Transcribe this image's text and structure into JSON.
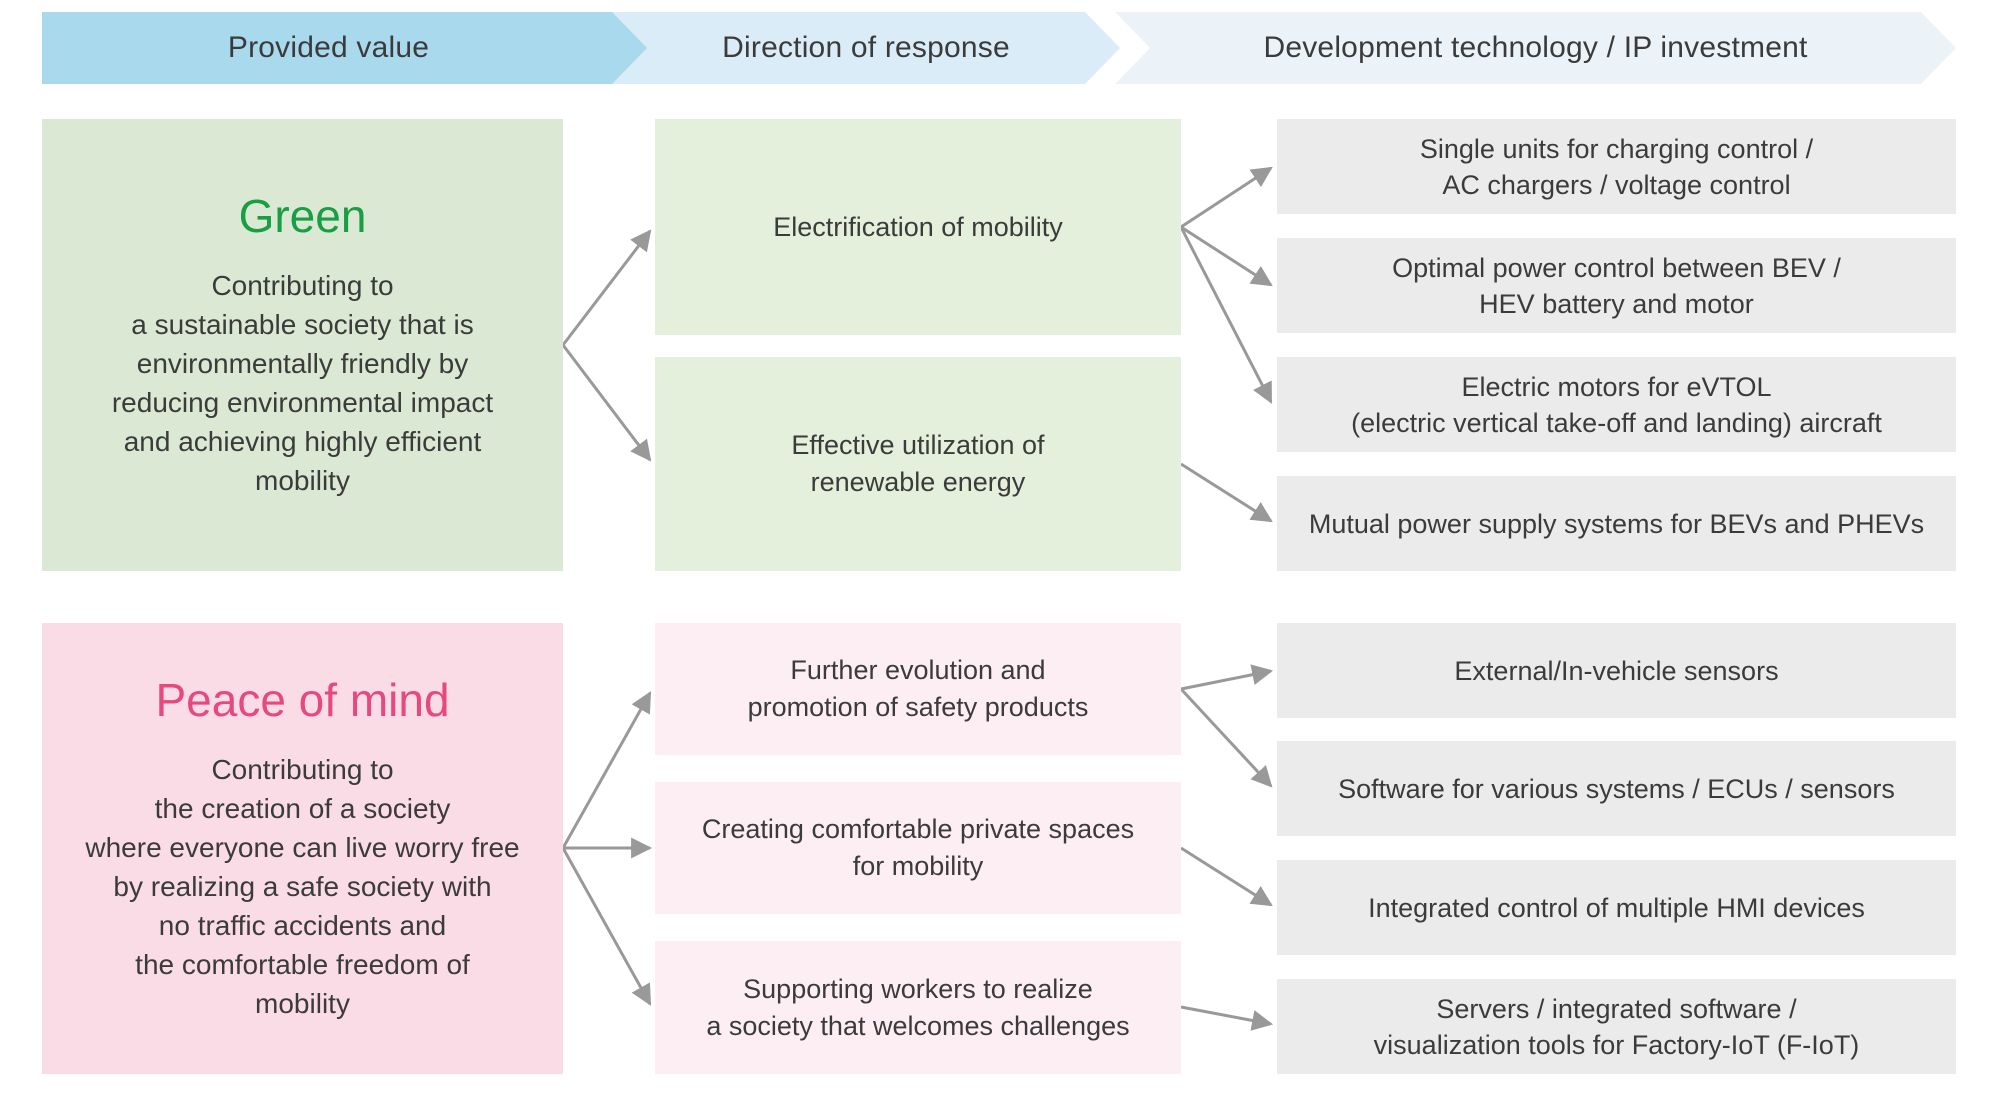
{
  "header": {
    "steps": [
      {
        "label": "Provided value"
      },
      {
        "label": "Direction of response"
      },
      {
        "label": "Development technology / IP investment"
      }
    ]
  },
  "rows": [
    {
      "value": {
        "title": "Green",
        "description": "Contributing to\na sustainable society that is\nenvironmentally friendly by\nreducing environmental impact\nand achieving highly efficient\nmobility"
      },
      "directions": [
        {
          "label": "Electrification of mobility"
        },
        {
          "label": "Effective utilization of\nrenewable energy"
        }
      ],
      "technologies": [
        {
          "label": "Single units for charging control /\nAC chargers / voltage control"
        },
        {
          "label": "Optimal power control between BEV /\nHEV battery and motor"
        },
        {
          "label": "Electric motors for eVTOL\n(electric vertical take-off and landing) aircraft"
        },
        {
          "label": "Mutual power supply systems for BEVs and PHEVs"
        }
      ]
    },
    {
      "value": {
        "title": "Peace of mind",
        "description": "Contributing to\nthe creation of a society\nwhere everyone can live worry free\nby realizing a safe society with\nno traffic accidents and\nthe comfortable freedom of\nmobility"
      },
      "directions": [
        {
          "label": "Further evolution and\npromotion of safety products"
        },
        {
          "label": "Creating comfortable private spaces\nfor mobility"
        },
        {
          "label": "Supporting workers to realize\na society that welcomes challenges"
        }
      ],
      "technologies": [
        {
          "label": "External/In-vehicle sensors"
        },
        {
          "label": "Software for various systems / ECUs / sensors"
        },
        {
          "label": "Integrated control of multiple HMI devices"
        },
        {
          "label": "Servers / integrated software /\nvisualization tools for Factory-IoT (F-IoT)"
        }
      ]
    }
  ],
  "colors": {
    "step1-bg": "#a9d9ed",
    "step2-bg": "#d9ecf7",
    "step3-bg": "#ebf3f9",
    "green-box-bg": "#dbe9d4",
    "green-sub-bg": "#e4efdc",
    "pink-box-bg": "#fadce6",
    "pink-sub-bg": "#fdeef4",
    "tech-bg": "#ebebeb",
    "green-title": "#189e43",
    "pink-title": "#e6497e",
    "arrow": "#999999",
    "text": "#3b3b3b"
  }
}
